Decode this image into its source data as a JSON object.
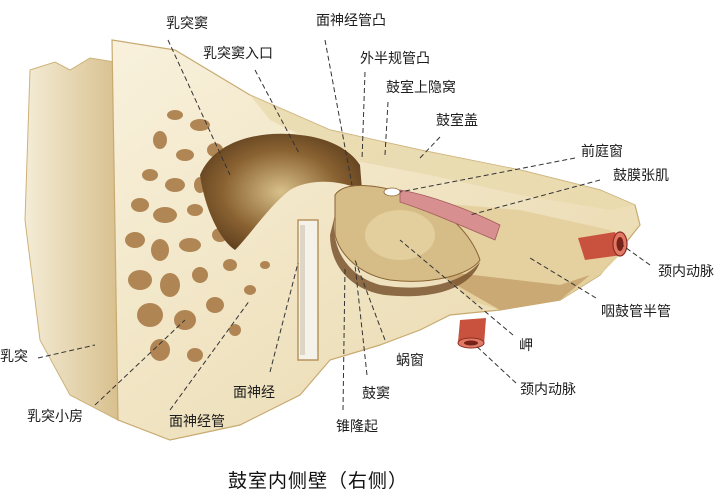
{
  "figure": {
    "title": "鼓室内侧壁（右侧）",
    "colors": {
      "bone": "#efe2bf",
      "bone_light": "#f7efd6",
      "bone_shadow": "#c9a56b",
      "air_cells": "#9a6a34",
      "cavity_dark": "#6b4a26",
      "muscle": "#d98f8f",
      "artery": "#c9523e",
      "leader_line": "#333333"
    },
    "labels": [
      {
        "id": "mastoid-antrum",
        "text": "乳突窦"
      },
      {
        "id": "facial-canal-prominence",
        "text": "面神经管凸"
      },
      {
        "id": "aditus-ad-antrum",
        "text": "乳突窦入口"
      },
      {
        "id": "lateral-semicircular-canal-prominence",
        "text": "外半规管凸"
      },
      {
        "id": "epitympanic-recess",
        "text": "鼓室上隐窝"
      },
      {
        "id": "tegmen-tympani",
        "text": "鼓室盖"
      },
      {
        "id": "oval-window",
        "text": "前庭窗"
      },
      {
        "id": "tensor-tympani",
        "text": "鼓膜张肌"
      },
      {
        "id": "internal-carotid-upper",
        "text": "颈内动脉"
      },
      {
        "id": "semicanal-auditory-tube",
        "text": "咽鼓管半管"
      },
      {
        "id": "promontory",
        "text": "岬"
      },
      {
        "id": "round-window",
        "text": "蜗窗"
      },
      {
        "id": "internal-carotid-lower",
        "text": "颈内动脉"
      },
      {
        "id": "mastoid-process",
        "text": "乳突"
      },
      {
        "id": "facial-nerve",
        "text": "面神经"
      },
      {
        "id": "sinus-tympani",
        "text": "鼓窦"
      },
      {
        "id": "mastoid-cells",
        "text": "乳突小房"
      },
      {
        "id": "facial-canal",
        "text": "面神经管"
      },
      {
        "id": "pyramidal-eminence",
        "text": "锥隆起"
      }
    ]
  }
}
